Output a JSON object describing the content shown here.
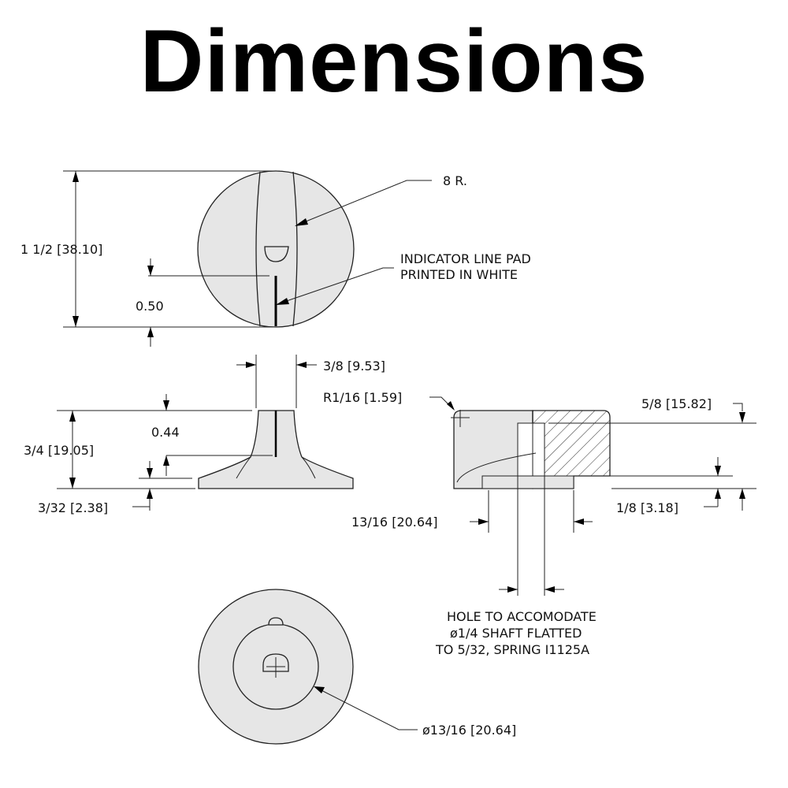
{
  "title": "Dimensions",
  "labels": {
    "radius_8r": "8 R.",
    "indicator_line_1": "INDICATOR LINE PAD",
    "indicator_line_2": "PRINTED IN WHITE",
    "height_total": "1 1/2 [38.10]",
    "indicator_offset": "0.50",
    "top_width": "3/8 [9.53]",
    "corner_radius": "R1/16 [1.59]",
    "inner_height": "5/8 [15.82]",
    "side_height": "3/4 [19.05]",
    "skirt_offset": "0.44",
    "base_thickness": "3/32 [2.38]",
    "bore_dia": "13/16 [20.64]",
    "step_height": "1/8 [3.18]",
    "hole_note_1": "HOLE TO ACCOMODATE",
    "hole_note_2": "ø1/4 SHAFT FLATTED",
    "hole_note_3": "TO 5/32, SPRING I1125A",
    "bottom_dia": "ø13/16 [20.64]"
  },
  "colors": {
    "part_fill": "#e6e6e6",
    "line": "#222222"
  }
}
